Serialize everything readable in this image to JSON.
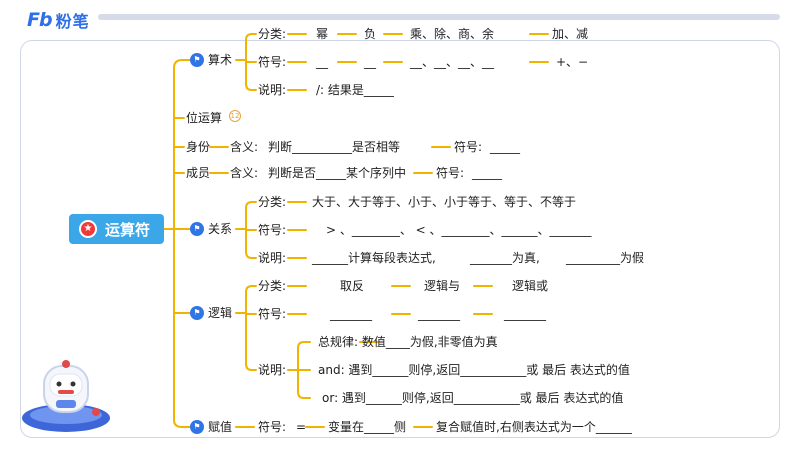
{
  "logo": {
    "brand_mark": "Fb",
    "brand_name": "粉笔"
  },
  "root": {
    "label": "运算符",
    "icon": "star-icon"
  },
  "arith": {
    "label": "算术",
    "cat_label": "分类:",
    "cats": [
      "幂",
      "负",
      "乘、除、商、余",
      "加、减"
    ],
    "sym_label": "符号:",
    "syms": [
      "__",
      "__",
      "__、__、__、__",
      "+、−"
    ],
    "note_label": "说明:",
    "note": "/: 结果是_____"
  },
  "bit": {
    "label": "位运算"
  },
  "identity": {
    "label": "身份",
    "meaning_label": "含义:",
    "meaning": "判断__________是否相等",
    "sym_label": "符号:",
    "sym": "_____"
  },
  "member": {
    "label": "成员",
    "meaning_label": "含义:",
    "meaning": "判断是否_____某个序列中",
    "sym_label": "符号:",
    "sym": "_____"
  },
  "relation": {
    "label": "关系",
    "cat_label": "分类:",
    "cats": "大于、大于等于、小于、小于等于、等于、不等于",
    "sym_label": "符号:",
    "syms": ">  、________、  <  、________、______、_______",
    "note_label": "说明:",
    "note_a": "______计算每段表达式,",
    "note_b": "_______为真,",
    "note_c": "_________为假"
  },
  "logic": {
    "label": "逻辑",
    "cat_label": "分类:",
    "cats": [
      "取反",
      "逻辑与",
      "逻辑或"
    ],
    "sym_label": "符号:",
    "syms": [
      "_______",
      "_______",
      "_______"
    ],
    "note_label": "说明:",
    "rule": "总规律:  数值____为假,非零值为真",
    "and_rule": "and: 遇到______则停,返回___________或 最后 表达式的值",
    "or_rule": "or: 遇到______则停,返回___________或 最后 表达式的值"
  },
  "assign": {
    "label": "赋值",
    "sym_label": "符号:",
    "sym": "=",
    "note_a": "变量在_____侧",
    "note_b": "复合赋值时,右侧表达式为一个______"
  },
  "colors": {
    "brand_blue": "#2f6fe8",
    "node_blue": "#3ba7e8",
    "connector": "#f0b400",
    "star_red": "#ee3a3a"
  }
}
